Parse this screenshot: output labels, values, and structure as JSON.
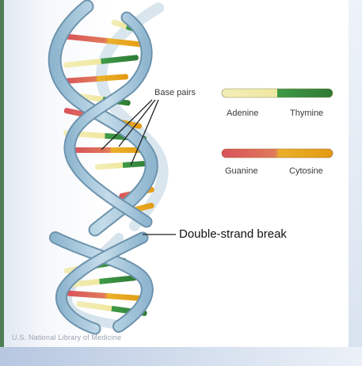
{
  "labels": {
    "base_pairs": "Base pairs",
    "adenine": "Adenine",
    "thymine": "Thymine",
    "guanine": "Guanine",
    "cytosine": "Cytosine",
    "double_strand_break": "Double-strand break"
  },
  "credit": "U.S. National Library of Medicine",
  "colors": {
    "adenine": "#efe7a0",
    "thymine": "#2f8a3a",
    "guanine": "#d65a5a",
    "cytosine": "#e9a51a",
    "backbone": "#a9c9dd",
    "backbone_edge": "#6d93ad",
    "frame_accent": "#4f7e55"
  }
}
